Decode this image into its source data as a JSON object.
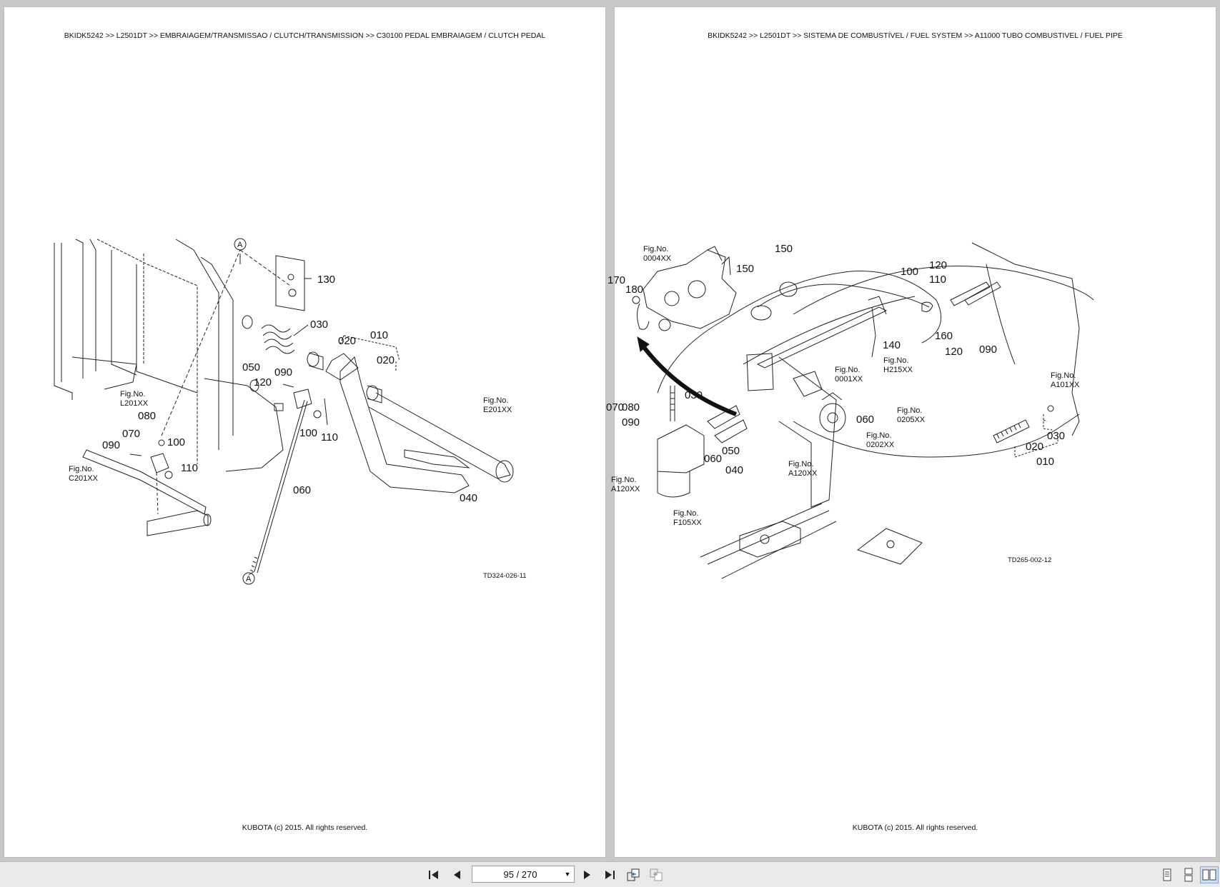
{
  "viewer": {
    "page_indicator": "95 / 270"
  },
  "left_page": {
    "header": "BKIDK5242 >> L2501DT >> EMBRAIAGEM/TRANSMISSAO / CLUTCH/TRANSMISSION >> C30100   PEDAL EMBRAIAGEM / CLUTCH PEDAL",
    "footer": "KUBOTA (c) 2015. All rights reserved.",
    "drawing_code": "TD324-026-11",
    "callouts": [
      "130",
      "030",
      "020",
      "010",
      "020",
      "050",
      "090",
      "120",
      "100",
      "110",
      "080",
      "070",
      "090",
      "100",
      "110",
      "060",
      "040",
      "A",
      "A"
    ],
    "fig_refs": [
      {
        "t": "Fig.No.",
        "c": "L201XX"
      },
      {
        "t": "Fig.No.",
        "c": "E201XX"
      },
      {
        "t": "Fig.No.",
        "c": "C201XX"
      }
    ]
  },
  "right_page": {
    "header": "BKIDK5242 >> L2501DT >> SISTEMA DE COMBUSTÍVEL / FUEL SYSTEM >> A11000   TUBO COMBUSTIVEL / FUEL PIPE",
    "footer": "KUBOTA (c) 2015. All rights reserved.",
    "drawing_code": "TD265-002-12",
    "callouts": [
      "150",
      "150",
      "170",
      "180",
      "100",
      "120",
      "110",
      "160",
      "090",
      "140",
      "120",
      "030",
      "070",
      "080",
      "090",
      "060",
      "050",
      "060",
      "040",
      "020",
      "030",
      "010"
    ],
    "fig_refs": [
      {
        "t": "Fig.No.",
        "c": "0004XX"
      },
      {
        "t": "Fig.No.",
        "c": "0001XX"
      },
      {
        "t": "Fig.No.",
        "c": "H215XX"
      },
      {
        "t": "Fig.No.",
        "c": "A101XX"
      },
      {
        "t": "Fig.No.",
        "c": "0205XX"
      },
      {
        "t": "Fig.No.",
        "c": "0202XX"
      },
      {
        "t": "Fig.No.",
        "c": "A120XX"
      },
      {
        "t": "Fig.No.",
        "c": "A120XX"
      },
      {
        "t": "Fig.No.",
        "c": "F105XX"
      }
    ]
  },
  "icons": {
    "first": "first-page-icon",
    "prev": "previous-page-icon",
    "next": "next-page-icon",
    "last": "last-page-icon",
    "back": "go-back-icon",
    "forward": "go-forward-icon",
    "single": "single-page-view-icon",
    "continuous": "continuous-view-icon",
    "facing": "facing-pages-view-icon"
  }
}
